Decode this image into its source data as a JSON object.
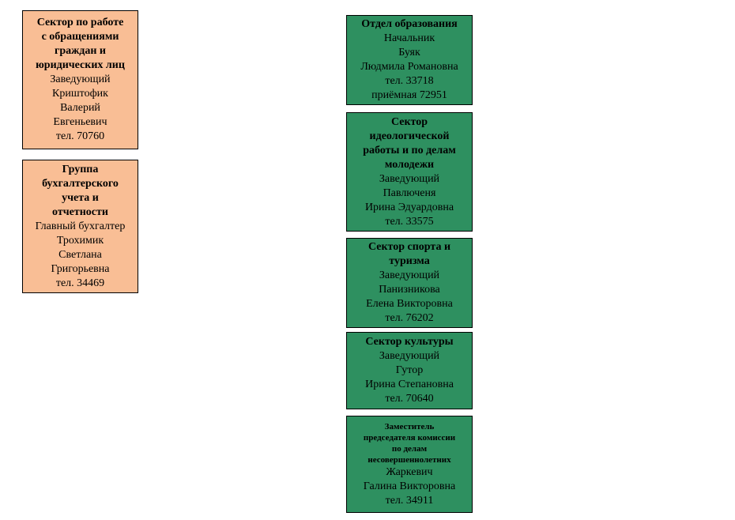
{
  "boxes": {
    "appeals": {
      "title": [
        "Сектор по работе",
        "с обращениями",
        "граждан и",
        "юридических лиц"
      ],
      "lines": [
        "Заведующий",
        "Криштофик",
        "Валерий",
        "Евгеньевич",
        "тел. 70760"
      ]
    },
    "accounting": {
      "title": [
        "Группа",
        "бухгалтерского",
        "учета и",
        "отчетности"
      ],
      "lines": [
        "Главный бухгалтер",
        "Трохимик",
        "Светлана",
        "Григорьевна",
        "тел. 34469"
      ]
    },
    "education": {
      "title": [
        "Отдел образования"
      ],
      "lines": [
        "Начальник",
        "Буяк",
        "Людмила Романовна",
        "тел. 33718",
        "приёмная 72951"
      ]
    },
    "ideology": {
      "title": [
        "Сектор",
        "идеологической",
        "работы и по делам",
        "молодежи"
      ],
      "lines": [
        "Заведующий",
        "Павлюченя",
        "Ирина Эдуардовна",
        "тел. 33575"
      ]
    },
    "sport": {
      "title": [
        "Сектор спорта и",
        "туризма"
      ],
      "lines": [
        "Заведующий",
        "Панизникова",
        "Елена Викторовна",
        "тел. 76202"
      ]
    },
    "culture": {
      "title": [
        "Сектор культуры"
      ],
      "lines": [
        "Заведующий",
        "Гутор",
        "Ирина Степановна",
        "тел. 70640"
      ]
    },
    "minors": {
      "title": [
        "Заместитель",
        "председателя комиссии",
        "по делам",
        "несовершеннолетних"
      ],
      "lines": [
        "Жаркевич",
        "Галина Викторовна",
        "тел. 34911"
      ]
    }
  },
  "colors": {
    "orange_fill": "#f9be95",
    "green_fill": "#2e9060",
    "border": "#000000"
  }
}
